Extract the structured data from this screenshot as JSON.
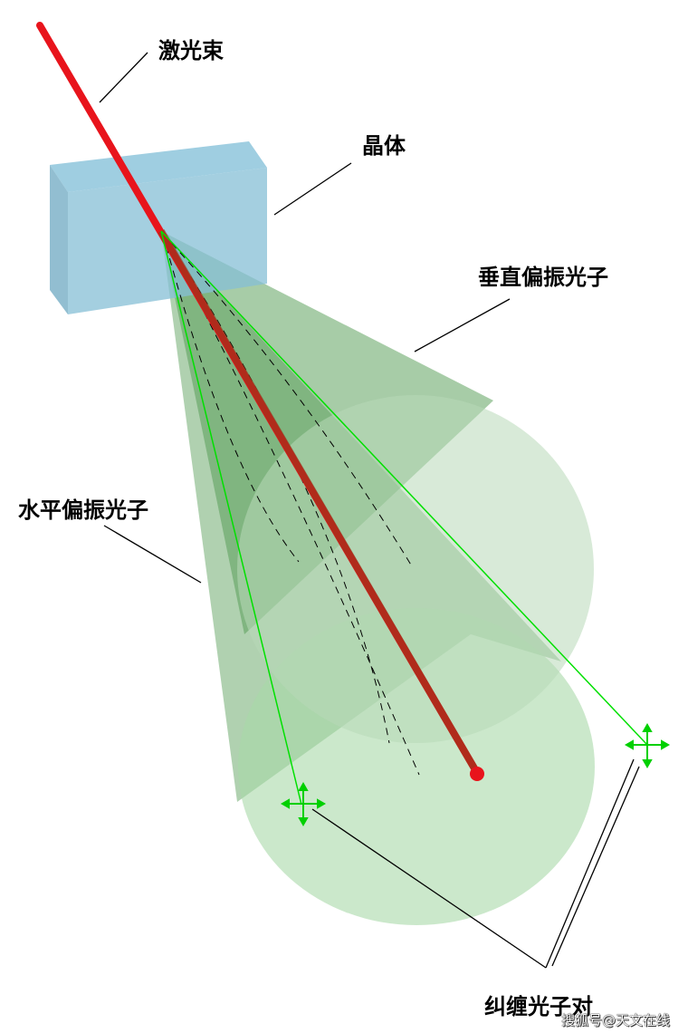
{
  "labels": {
    "laser": "激光束",
    "crystal": "晶体",
    "vertical": "垂直偏振光子",
    "horizontal": "水平偏振光子",
    "entangled": "纠缠光子对"
  },
  "watermark": "搜狐号@天文在线",
  "colors": {
    "beam": "#e8141c",
    "crystal": "#7fb8d4",
    "cone": "#5aa55a",
    "ray": "#00e000"
  }
}
